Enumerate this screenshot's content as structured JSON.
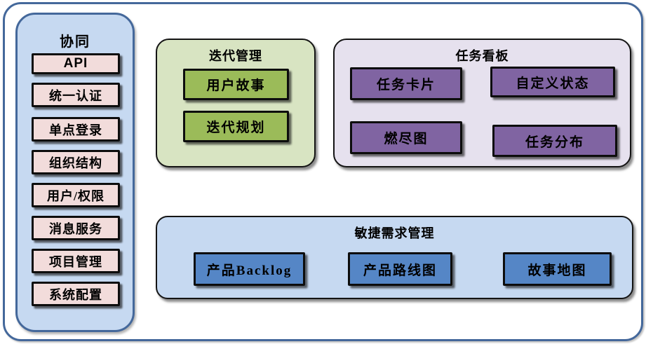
{
  "diagram": {
    "type": "feature-map",
    "language": "zh-CN"
  },
  "colors": {
    "frame_border": "#44689b",
    "sidebar_fill": "#c6d9f1",
    "sidebar_item_fill": "#f2dcdb",
    "iteration_panel_fill": "#d8e4c2",
    "iteration_item_fill": "#9bbb59",
    "taskboard_panel_fill": "#e6e1ee",
    "taskboard_item_fill": "#8064a2",
    "requirements_panel_fill": "#c6d9f1",
    "requirements_item_fill": "#5586c6",
    "box_border": "#0d0d0d",
    "text": "#000000"
  },
  "sidebar": {
    "title": "协同",
    "items": [
      "API",
      "统一认证",
      "单点登录",
      "组织结构",
      "用户/权限",
      "消息服务",
      "项目管理",
      "系统配置"
    ]
  },
  "iteration": {
    "title": "迭代管理",
    "items": [
      "用户故事",
      "迭代规划"
    ]
  },
  "taskboard": {
    "title": "任务看板",
    "items": [
      "任务卡片",
      "自定义状态",
      "燃尽图",
      "任务分布"
    ]
  },
  "requirements": {
    "title": "敏捷需求管理",
    "items": [
      "产品Backlog",
      "产品路线图",
      "故事地图"
    ]
  }
}
